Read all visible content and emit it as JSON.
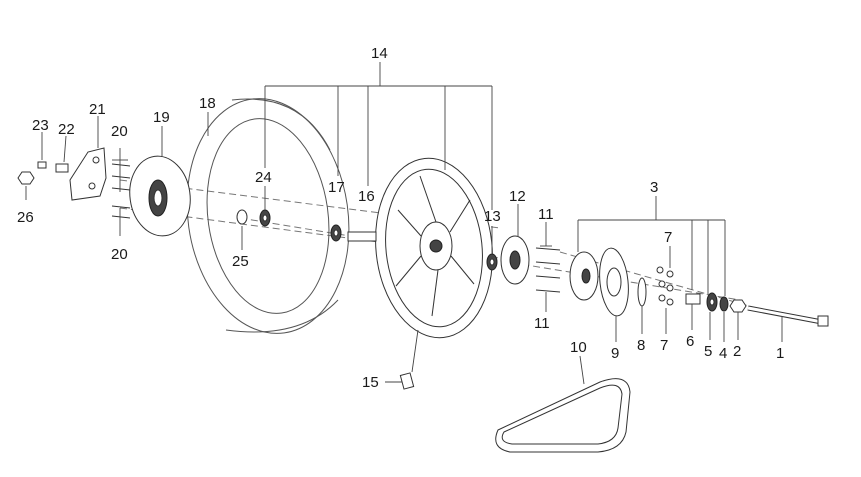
{
  "diagram": {
    "callouts": [
      {
        "id": "c1",
        "text": "1"
      },
      {
        "id": "c2",
        "text": "2"
      },
      {
        "id": "c3",
        "text": "3"
      },
      {
        "id": "c4",
        "text": "4"
      },
      {
        "id": "c5",
        "text": "5"
      },
      {
        "id": "c6",
        "text": "6"
      },
      {
        "id": "c7a",
        "text": "7"
      },
      {
        "id": "c7b",
        "text": "7"
      },
      {
        "id": "c8",
        "text": "8"
      },
      {
        "id": "c9",
        "text": "9"
      },
      {
        "id": "c10",
        "text": "10"
      },
      {
        "id": "c11a",
        "text": "11"
      },
      {
        "id": "c11b",
        "text": "11"
      },
      {
        "id": "c12",
        "text": "12"
      },
      {
        "id": "c13",
        "text": "13"
      },
      {
        "id": "c14",
        "text": "14"
      },
      {
        "id": "c15",
        "text": "15"
      },
      {
        "id": "c16",
        "text": "16"
      },
      {
        "id": "c17",
        "text": "17"
      },
      {
        "id": "c18",
        "text": "18"
      },
      {
        "id": "c19",
        "text": "19"
      },
      {
        "id": "c20a",
        "text": "20"
      },
      {
        "id": "c20b",
        "text": "20"
      },
      {
        "id": "c21",
        "text": "21"
      },
      {
        "id": "c22",
        "text": "22"
      },
      {
        "id": "c23",
        "text": "23"
      },
      {
        "id": "c24",
        "text": "24"
      },
      {
        "id": "c25",
        "text": "25"
      },
      {
        "id": "c26",
        "text": "26"
      }
    ]
  }
}
